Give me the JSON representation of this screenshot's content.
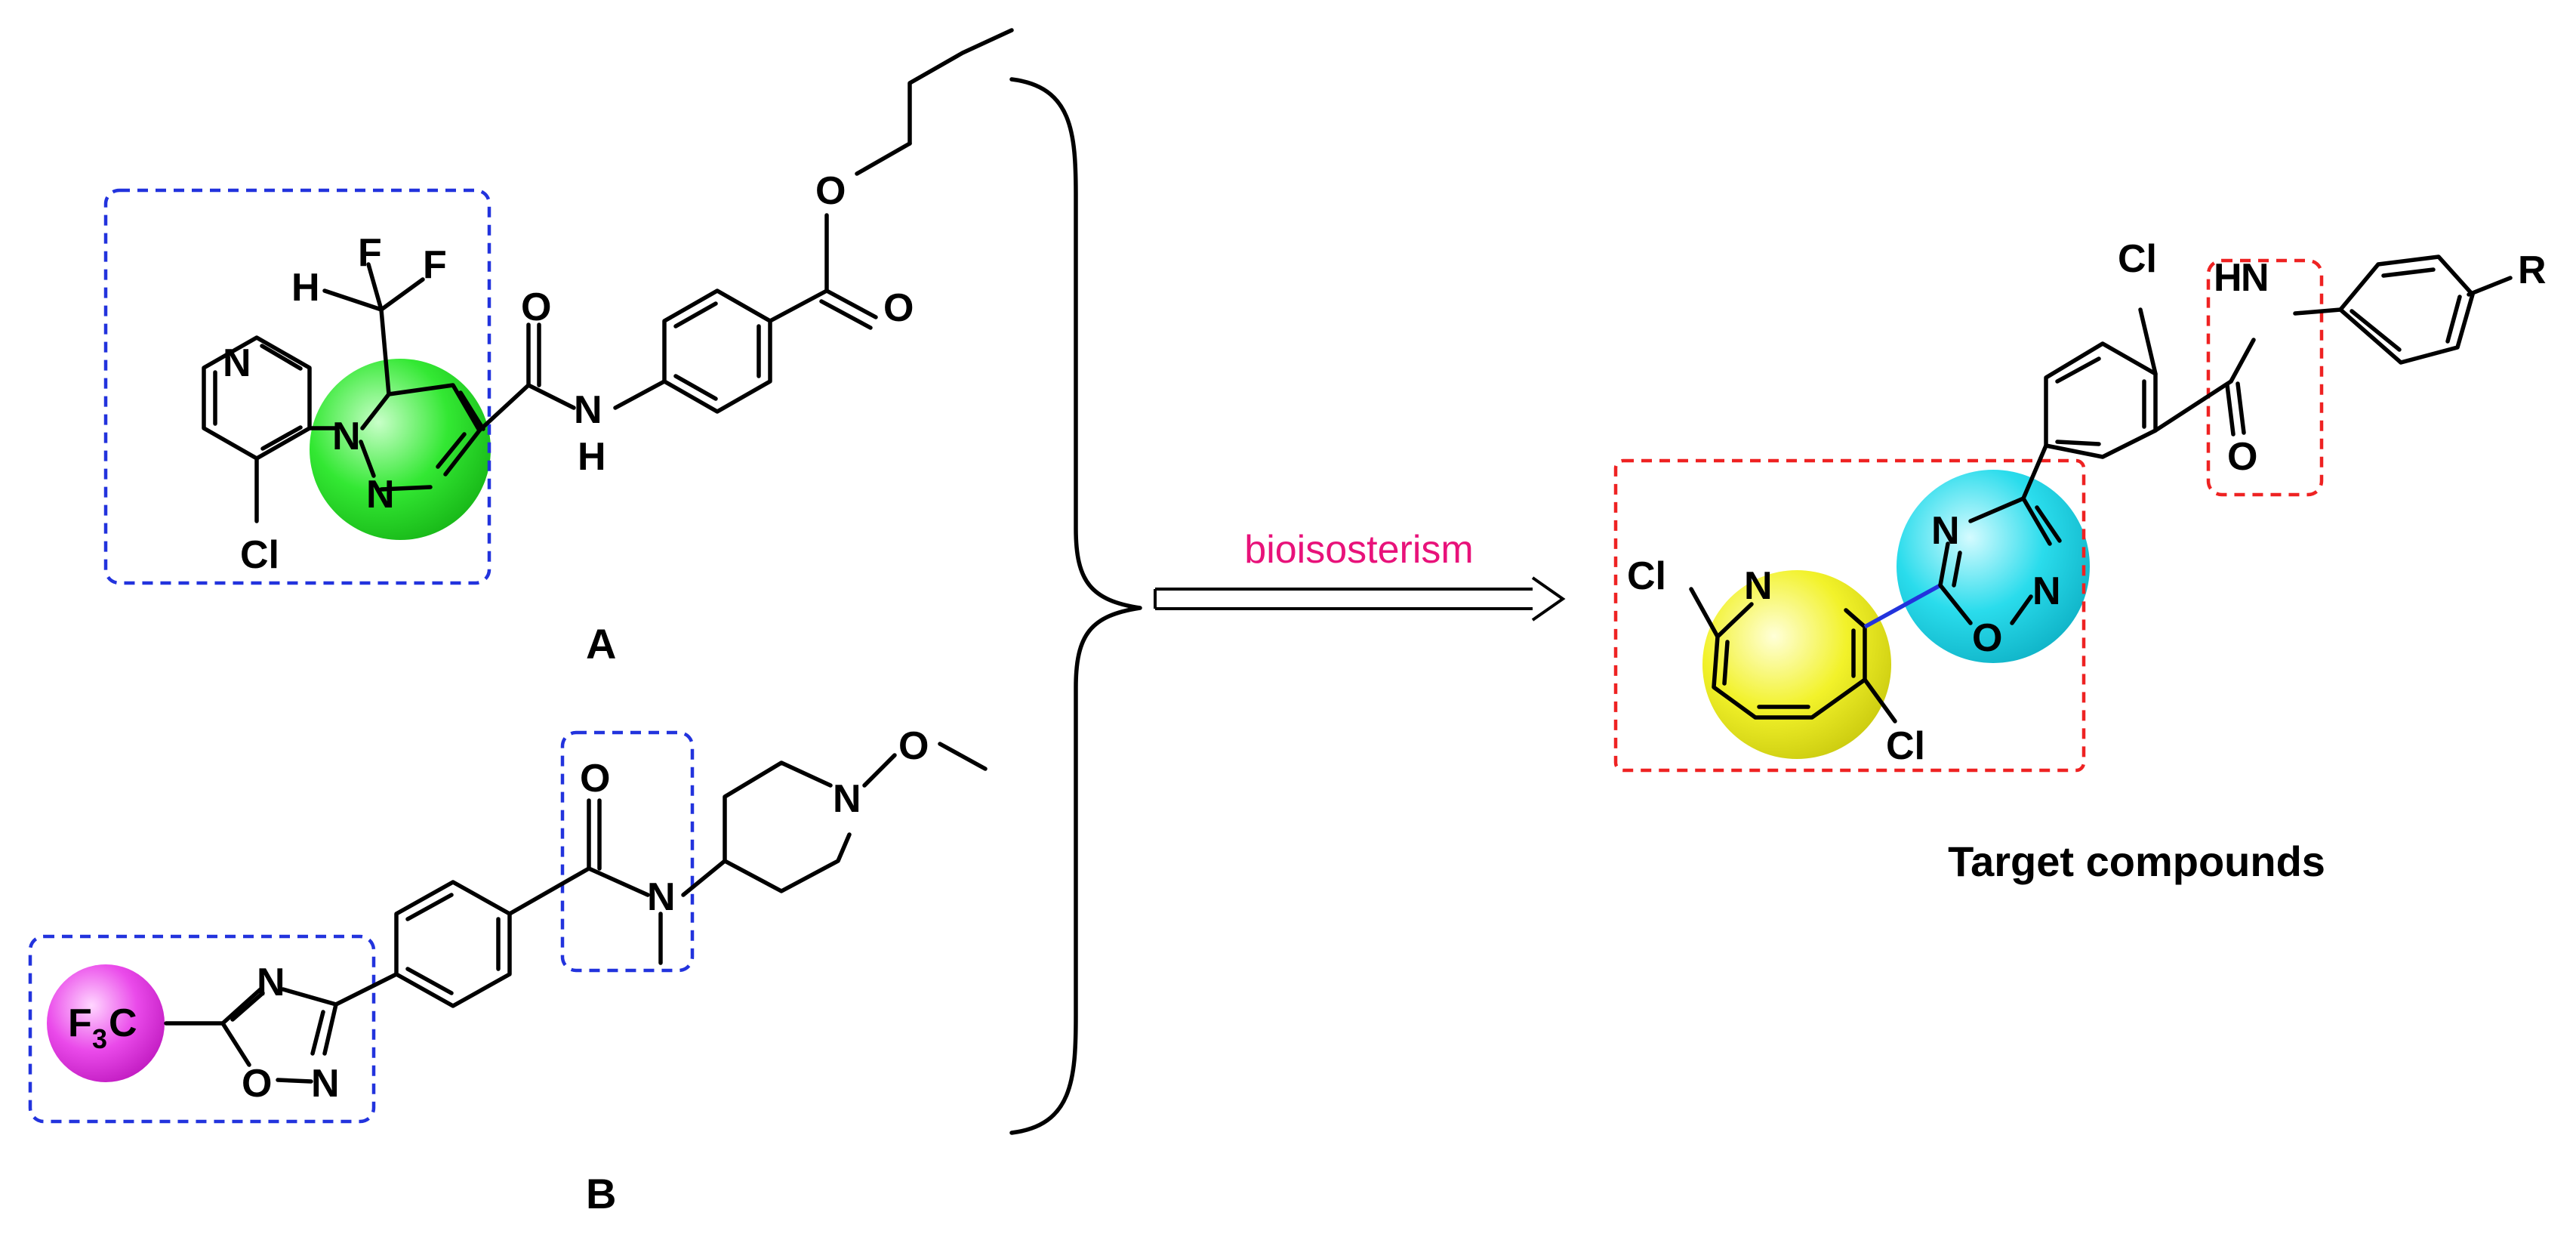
{
  "compound_a": {
    "label": "A",
    "atoms": {
      "f1": "F",
      "f2": "F",
      "h": "H",
      "n_pyr": "N",
      "n1": "N",
      "n2": "N",
      "cl": "Cl",
      "o": "O",
      "nh_n": "N",
      "nh_h": "H",
      "ester_o1": "O",
      "ester_o2": "O"
    }
  },
  "compound_b": {
    "label": "B",
    "atoms": {
      "f": "F",
      "f_sub": "3",
      "c": "C",
      "n1": "N",
      "n2": "N",
      "o_ring": "O",
      "o_amide": "O",
      "n_amide": "N",
      "n_pip": "N",
      "o_me": "O"
    }
  },
  "target": {
    "caption": "Target compounds",
    "atoms": {
      "cl_top": "Cl",
      "h": "H",
      "n_amide": "N",
      "o_amide": "O",
      "r": "R",
      "n_ox1": "N",
      "n_ox2": "N",
      "o_ox": "O",
      "cl_pyr1": "Cl",
      "n_pyr": "N",
      "cl_pyr2": "Cl"
    }
  },
  "arrow": {
    "label": "bioisosterism"
  },
  "colors": {
    "green_highlight": "#22dd22",
    "magenta_highlight": "#e040e0",
    "cyan_highlight": "#22d8e8",
    "yellow_highlight": "#eeee22",
    "blue_frame": "#2233dd",
    "red_frame": "#ee2222",
    "label_pink": "#e8127a"
  }
}
